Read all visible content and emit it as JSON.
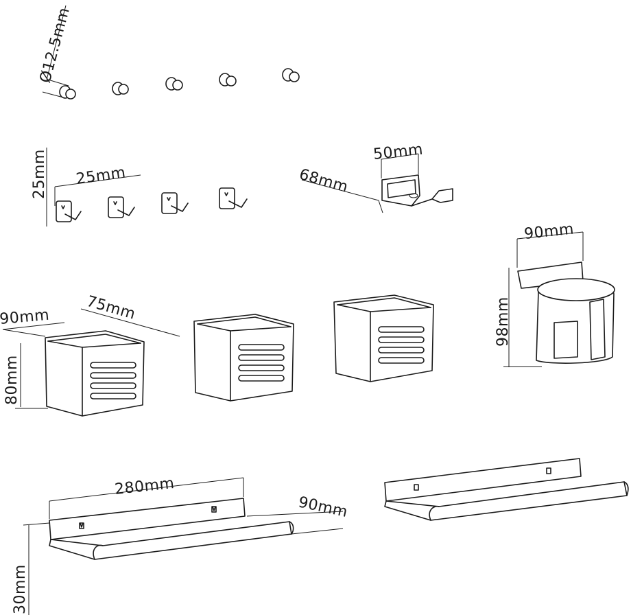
{
  "dimensions": {
    "knob_diameter": "Ø12.5mm",
    "hook_height": "25mm",
    "hook_width": "25mm",
    "holder_width": "50mm",
    "holder_depth": "68mm",
    "dryer_width": "90mm",
    "dryer_height": "98mm",
    "basket_width": "90mm",
    "basket_depth": "75mm",
    "basket_height": "80mm",
    "shelf_length": "280mm",
    "shelf_depth": "90mm",
    "shelf_height": "30mm"
  },
  "icons": {
    "knob": "knob-icon",
    "hook": "hook-icon",
    "holder": "holder-bracket-icon",
    "dryer": "dryer-holder-icon",
    "basket": "basket-icon",
    "shelf": "shelf-icon"
  }
}
